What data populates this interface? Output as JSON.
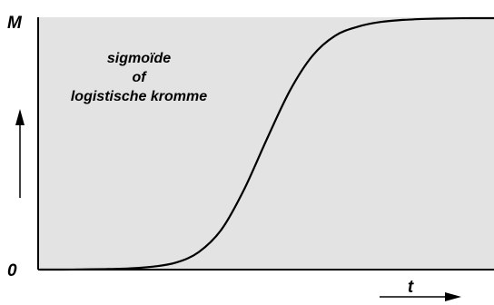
{
  "chart_data": {
    "type": "line",
    "y_top_label": "M",
    "y_bottom_label": "0",
    "x_label": "t",
    "annotation": [
      "sigmoïde",
      "of",
      "logistische kromme"
    ],
    "xlim": [
      0,
      100
    ],
    "ylim": [
      0,
      1
    ],
    "grid": false,
    "legend": "none",
    "colors": {
      "plot_bg": "#e3e3e3",
      "line": "#000000",
      "frame": "#000000"
    },
    "series": [
      {
        "x": [
          0,
          5,
          10,
          15,
          20,
          25,
          30,
          35,
          40,
          45,
          50,
          55,
          60,
          65,
          70,
          75,
          80,
          85,
          90,
          95,
          100
        ],
        "y": [
          0.0,
          0.0,
          0.001,
          0.002,
          0.005,
          0.012,
          0.028,
          0.07,
          0.16,
          0.32,
          0.52,
          0.71,
          0.85,
          0.93,
          0.966,
          0.985,
          0.993,
          0.997,
          0.999,
          1.0,
          1.0
        ]
      }
    ]
  }
}
